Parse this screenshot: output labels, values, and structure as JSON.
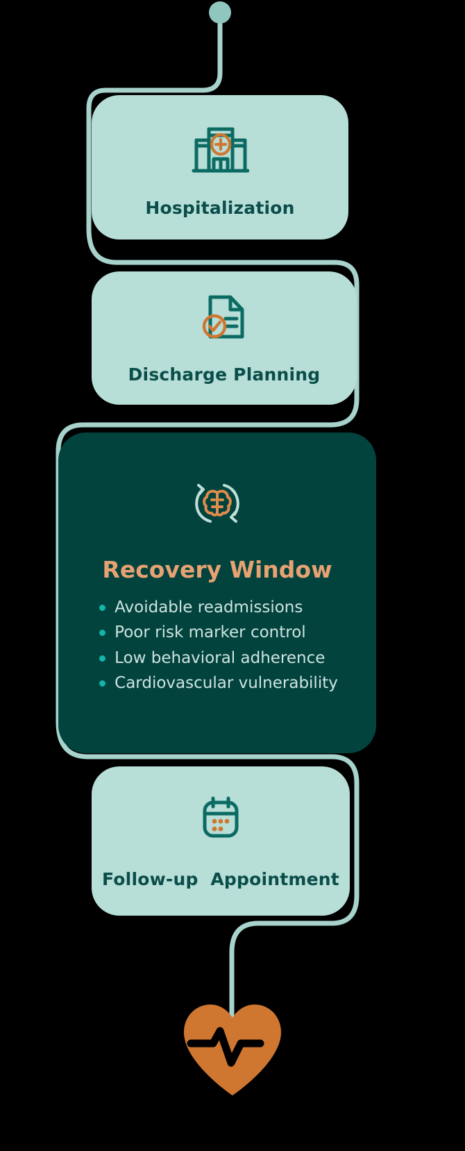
{
  "diagram": {
    "type": "vertical-flow",
    "title_implied": "Post-discharge care pathway",
    "colors": {
      "background": "#000000",
      "card_light": "#b7ded7",
      "card_dark": "#02433e",
      "connector": "#a7d3cc",
      "icon_teal": "#0b6b63",
      "accent_orange": "#cf7731",
      "highlight_title": "#e8a272",
      "bullet_dot": "#13b6a8",
      "bullet_text": "#cfe4e0",
      "label_text": "#0b4d4a"
    }
  },
  "start_marker": {
    "name": "start-node-dot",
    "shape": "circle"
  },
  "nodes": [
    {
      "id": "hospitalization",
      "label": "Hospitalization",
      "icon": "hospital-building-icon",
      "style": "light"
    },
    {
      "id": "discharge-planning",
      "label": "Discharge Planning",
      "icon": "document-check-icon",
      "style": "light"
    },
    {
      "id": "recovery-window",
      "label": "Recovery Window",
      "icon": "brain-refresh-icon",
      "style": "dark-highlight",
      "bullets": [
        "Avoidable readmissions",
        "Poor risk marker control",
        "Low behavioral adherence",
        "Cardiovascular vulnerability"
      ]
    },
    {
      "id": "follow-up-appointment",
      "label": "Follow-up  Appointment",
      "icon": "calendar-icon",
      "style": "light"
    }
  ],
  "end_marker": {
    "name": "heart-pulse-icon",
    "shape": "heart-with-ecg-line"
  }
}
